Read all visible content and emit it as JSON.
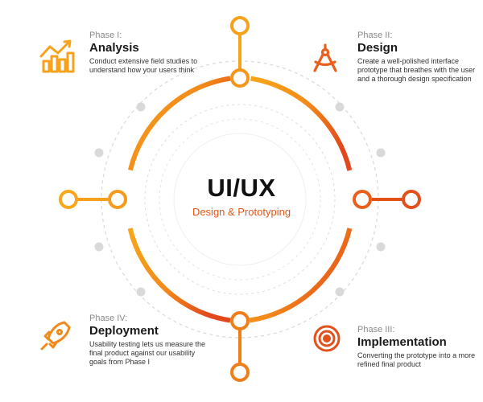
{
  "center": {
    "title": "UI/UX",
    "subtitle": "Design & Prototyping"
  },
  "phases": [
    {
      "number": "Phase I:",
      "title": "Analysis",
      "description": "Conduct extensive field studies to understand how your users think",
      "icon": "bar-chart-trend-icon"
    },
    {
      "number": "Phase II:",
      "title": "Design",
      "description": "Create a well-polished interface prototype that breathes with the user and a thorough design specification",
      "icon": "drafting-compass-icon"
    },
    {
      "number": "Phase III:",
      "title": "Implementation",
      "description": "Converting the prototype into a more refined final product",
      "icon": "target-icon"
    },
    {
      "number": "Phase IV:",
      "title": "Deployment",
      "description": "Usability testing lets us measure the final product against our usability goals from Phase I",
      "icon": "rocket-icon"
    }
  ],
  "colors": {
    "orange_light": "#f7a21b",
    "orange_mid": "#f07f1a",
    "orange_dark": "#e2501c",
    "gray_dash": "#d6d6d6",
    "gray_dot": "#d9d9d9"
  }
}
